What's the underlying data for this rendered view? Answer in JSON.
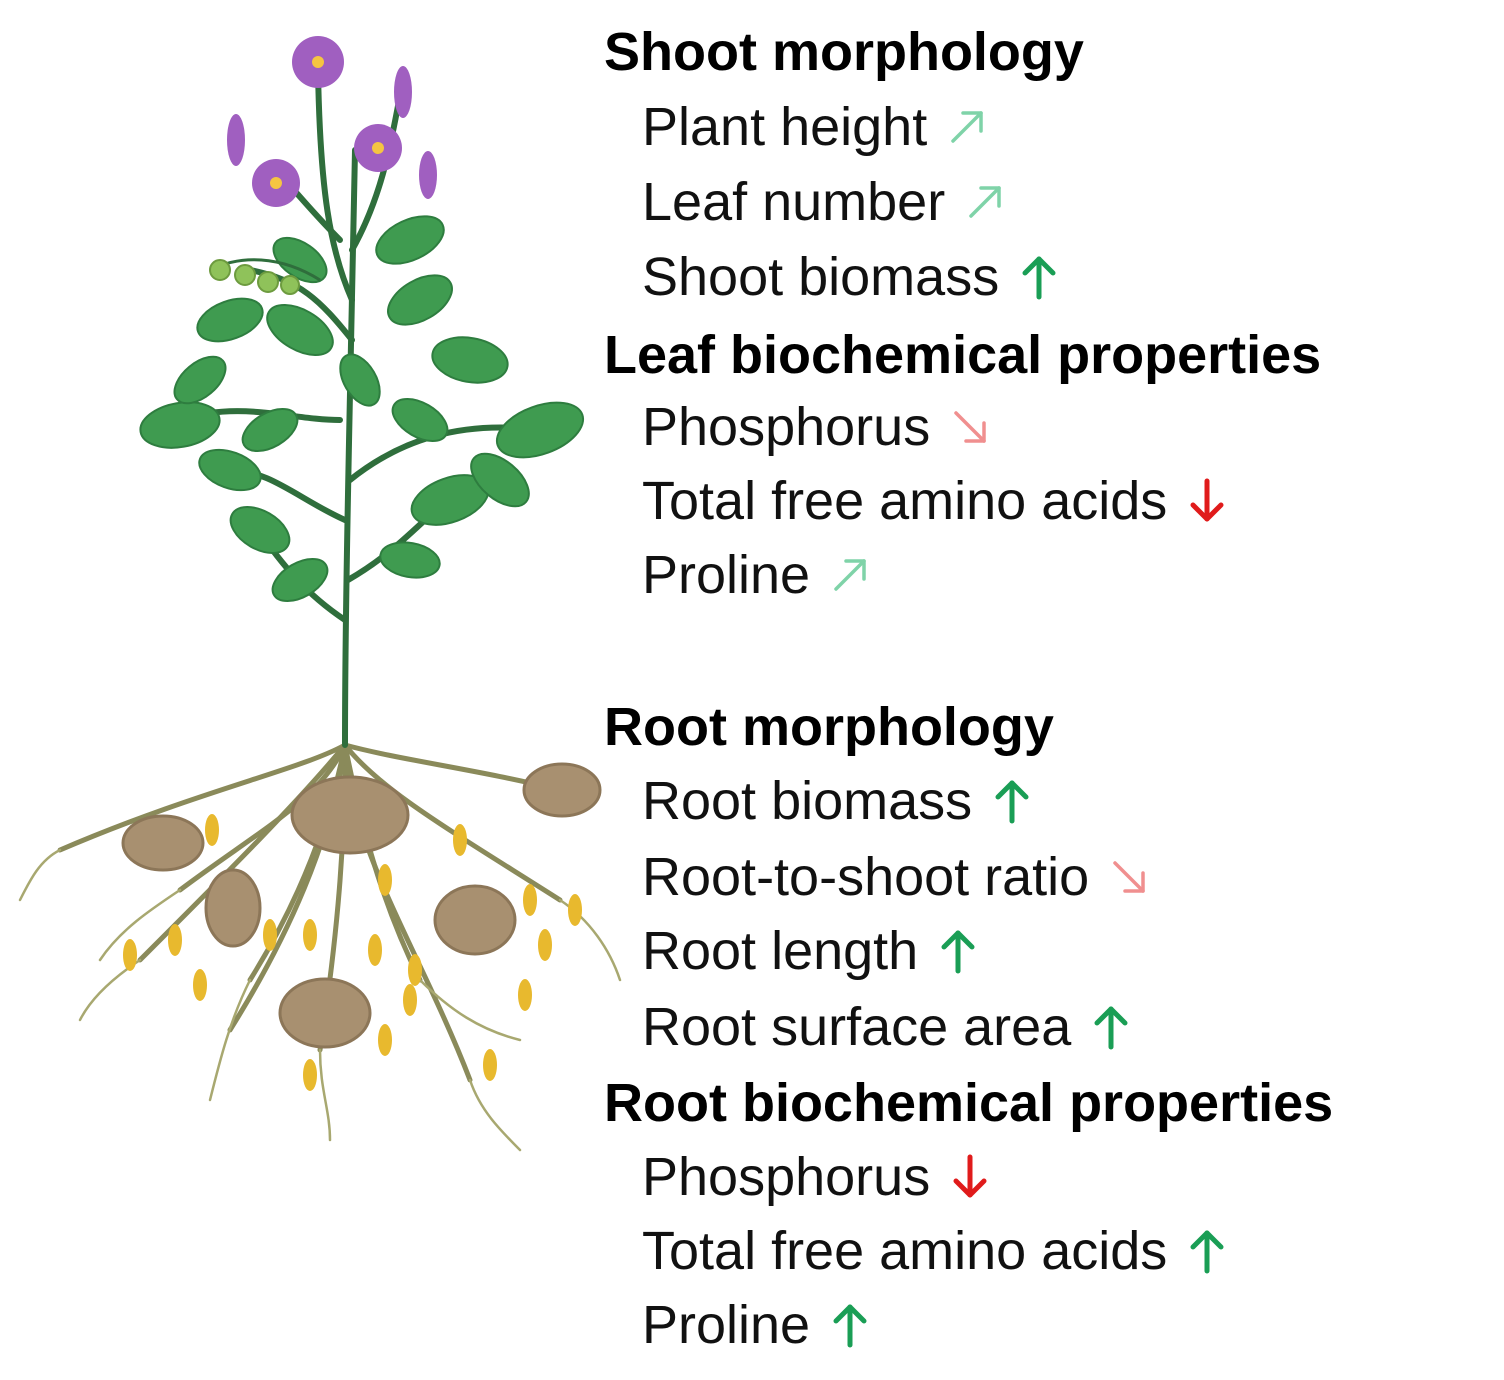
{
  "sections": [
    {
      "id": "shoot-morphology",
      "heading": "Shoot morphology",
      "items": [
        {
          "label": "Plant height",
          "trend": "slight-increase",
          "color": "#7fd3a8"
        },
        {
          "label": "Leaf number",
          "trend": "slight-increase",
          "color": "#7fd3a8"
        },
        {
          "label": "Shoot biomass",
          "trend": "increase",
          "color": "#1a9e55"
        }
      ]
    },
    {
      "id": "leaf-biochemical-properties",
      "heading": "Leaf biochemical properties",
      "items": [
        {
          "label": "Phosphorus",
          "trend": "slight-decrease",
          "color": "#f08f8f"
        },
        {
          "label": "Total free amino acids",
          "trend": "decrease",
          "color": "#e01b1b"
        },
        {
          "label": "Proline",
          "trend": "slight-increase",
          "color": "#7fd3a8"
        }
      ]
    },
    {
      "id": "root-morphology",
      "heading": "Root morphology",
      "items": [
        {
          "label": "Root biomass",
          "trend": "increase",
          "color": "#1a9e55"
        },
        {
          "label": "Root-to-shoot ratio",
          "trend": "slight-decrease",
          "color": "#f08f8f"
        },
        {
          "label": "Root length",
          "trend": "increase",
          "color": "#1a9e55"
        },
        {
          "label": "Root surface area",
          "trend": "increase",
          "color": "#1a9e55"
        }
      ]
    },
    {
      "id": "root-biochemical-properties",
      "heading": "Root biochemical properties",
      "items": [
        {
          "label": "Phosphorus",
          "trend": "decrease",
          "color": "#e01b1b"
        },
        {
          "label": "Total free amino acids",
          "trend": "increase",
          "color": "#1a9e55"
        },
        {
          "label": "Proline",
          "trend": "increase",
          "color": "#1a9e55"
        }
      ]
    }
  ],
  "illustration": {
    "icon": "potato-plant-icon",
    "colors": {
      "leaf": "#3f9b50",
      "leaf_dark": "#2e7d3f",
      "stem": "#2f6e3c",
      "flower": "#a05fc0",
      "flower_center": "#f5c542",
      "tuber": "#a89070",
      "root": "#8a8a5a",
      "sprout": "#e8b92e",
      "berry": "#8fc25a"
    }
  }
}
